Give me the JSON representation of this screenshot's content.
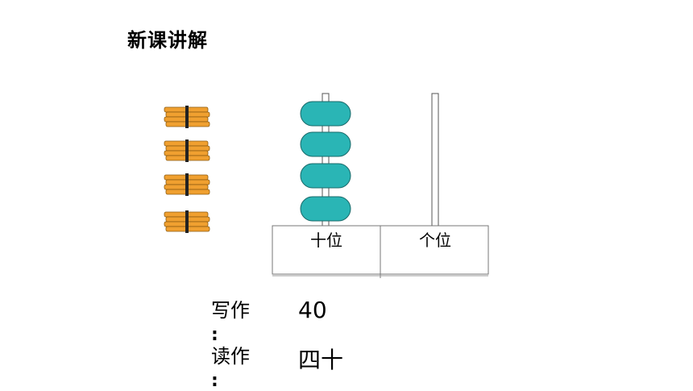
{
  "slide": {
    "title": "新课讲解"
  },
  "abacus": {
    "tens_label": "十位",
    "ones_label": "个位",
    "tens_beads": 4,
    "ones_beads": 0,
    "bead_color": "#2ab5b5"
  },
  "bundles": {
    "count": 4,
    "color": "#f0a030"
  },
  "writing": {
    "write_label": "写作",
    "write_value": "40",
    "read_label": "读作",
    "read_value": "四十",
    "colon": ":"
  }
}
